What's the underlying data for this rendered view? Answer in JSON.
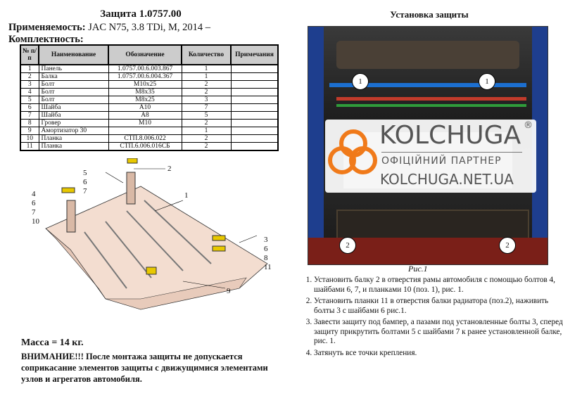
{
  "title": "Защита 1.0757.00",
  "applicability_label": "Применяемость:",
  "applicability_value": "JAC N75, 3.8 TDi, M, 2014 –",
  "kit_label": "Комплектность:",
  "table": {
    "headers": [
      "№ п/п",
      "Наименование",
      "Обозначение",
      "Количество",
      "Примечания"
    ],
    "rows": [
      [
        "1",
        "Панель",
        "1.0757.00.6.003.867",
        "1",
        ""
      ],
      [
        "2",
        "Балка",
        "1.0757.00.6.004.367",
        "1",
        ""
      ],
      [
        "3",
        "Болт",
        "M10x25",
        "2",
        ""
      ],
      [
        "4",
        "Болт",
        "M8x35",
        "2",
        ""
      ],
      [
        "5",
        "Болт",
        "M8x25",
        "3",
        ""
      ],
      [
        "6",
        "Шайба",
        "A10",
        "7",
        ""
      ],
      [
        "7",
        "Шайба",
        "A8",
        "5",
        ""
      ],
      [
        "8",
        "Гровер",
        "M10",
        "2",
        ""
      ],
      [
        "9",
        "Амортизатор 30",
        "",
        "1",
        ""
      ],
      [
        "10",
        "Планка",
        "СТП.8.006.022",
        "2",
        ""
      ],
      [
        "11",
        "Планка",
        "СТП.6.006.016СБ",
        "2",
        ""
      ]
    ]
  },
  "diagram_labels": {
    "a": "5\n6\n7",
    "b": "2",
    "c": "4\n6\n7\n10",
    "d": "1",
    "e": "3\n6\n8\n11",
    "f": "9"
  },
  "right_title": "Установка защиты",
  "photo_labels": [
    "1",
    "1",
    "2",
    "2"
  ],
  "caption": "Рис.1",
  "steps": [
    "Установить балку 2 в отверстия рамы автомобиля с помощью болтов 4, шайбами 6, 7, и планками 10 (поз. 1), рис. 1.",
    "Установить планки 11 в отверстия балки радиатора (поз.2), наживить болты 3 с шайбами 6 рис.1.",
    "Завести защиту под бампер, а пазами под установленные болты 3, спереди защиту прикрутить болтами 5 с шайбами 7 к ранее установленной балке, рис. 1.",
    "Затянуть все точки крепления."
  ],
  "mass": "Масса = 14 кг.",
  "warning": "ВНИМАНИЕ!!! После монтажа защиты не допускается соприкасание элементов защиты с движущимися элементами узлов и агрегатов автомобиля.",
  "logo": {
    "brand": "KOLCHUGA",
    "reg": "®",
    "partner": "ОФІЦІЙНИЙ ПАРТНЕР",
    "site": "KOLCHUGA.NET.UA"
  },
  "colors": {
    "logo_orange": "#f07a1a",
    "logo_gray": "#555555"
  }
}
